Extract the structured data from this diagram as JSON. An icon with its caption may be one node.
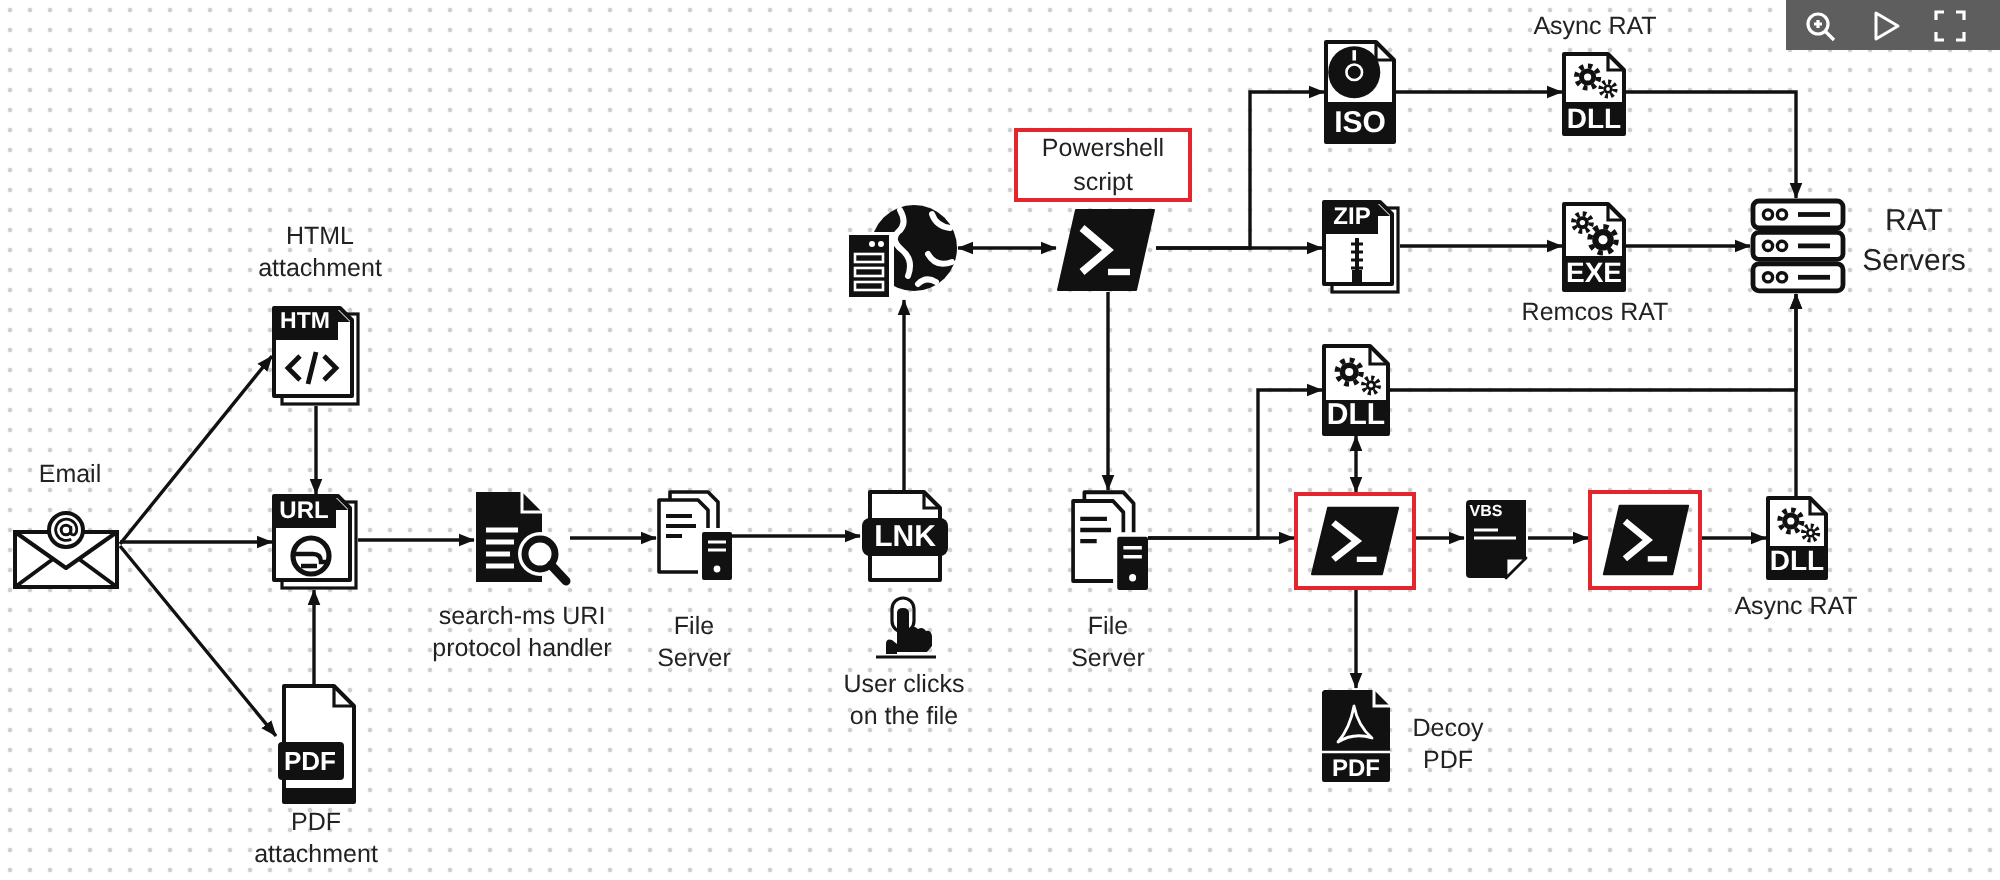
{
  "diagram": {
    "nodes": [
      {
        "text": [
          "Email"
        ]
      },
      {
        "text": [
          "HTML attachment",
          "HTM"
        ]
      },
      {
        "text": [
          "URL"
        ]
      },
      {
        "text": [
          "PDF",
          "PDF attachment"
        ]
      },
      {
        "text": [
          "search-ms URI protocol handler"
        ]
      },
      {
        "text": [
          "File Server"
        ]
      },
      {
        "text": [
          "LNK"
        ],
        "beside": [
          "User clicks on the file"
        ]
      },
      {
        "text": [],
        "shape": "picture"
      },
      {
        "text": [
          "Powershell script"
        ]
      },
      {
        "text": [
          "File Server"
        ]
      },
      {
        "text": [
          "ISO"
        ]
      },
      {
        "text": [
          "ZIP"
        ]
      },
      {
        "text": [
          "Async RAT",
          "DLL"
        ]
      },
      {
        "text": [
          "EXE",
          "Remcos RAT"
        ]
      },
      {
        "text": [
          "RAT Servers"
        ]
      },
      {
        "text": [
          "DLL"
        ]
      },
      {
        "text": [],
        "shape": "picture"
      },
      {
        "text": [
          "VBS"
        ]
      },
      {
        "text": [],
        "shape": "picture"
      },
      {
        "text": [
          "DLL",
          "Async RAT"
        ]
      },
      {
        "text": [
          "PDF"
        ],
        "beside": [
          "Decoy PDF"
        ]
      }
    ],
    "edges": [
      {
        "from": 0,
        "to": 1,
        "arrow": "to"
      },
      {
        "from": 0,
        "to": 2,
        "arrow": "to"
      },
      {
        "from": 0,
        "to": 3,
        "arrow": "to"
      },
      {
        "from": 1,
        "to": 2,
        "arrow": "to"
      },
      {
        "from": 3,
        "to": 2,
        "arrow": "to"
      },
      {
        "from": 2,
        "to": 4,
        "arrow": "to"
      },
      {
        "from": 4,
        "to": 5,
        "arrow": "to"
      },
      {
        "from": 5,
        "to": 6,
        "arrow": "to"
      },
      {
        "from": 6,
        "to": 7,
        "arrow": "to"
      },
      {
        "from": 7,
        "to": 8,
        "arrow": "both"
      },
      {
        "from": 8,
        "to": 9,
        "arrow": "to"
      },
      {
        "from": 8,
        "to": 10,
        "arrow": "to"
      },
      {
        "from": 8,
        "to": 11,
        "arrow": "to"
      },
      {
        "from": 10,
        "to": 12,
        "arrow": "to"
      },
      {
        "from": 11,
        "to": 13,
        "arrow": "to"
      },
      {
        "from": 12,
        "to": 14,
        "arrow": "to"
      },
      {
        "from": 13,
        "to": 14,
        "arrow": "to"
      },
      {
        "from": 9,
        "to": 16,
        "arrow": "to"
      },
      {
        "from": 9,
        "to": 15,
        "arrow": "to"
      },
      {
        "from": 16,
        "to": 15,
        "arrow": "both"
      },
      {
        "from": 15,
        "to": 14,
        "arrow": "to"
      },
      {
        "from": 19,
        "to": 14,
        "arrow": "to"
      },
      {
        "from": 16,
        "to": 17,
        "arrow": "to"
      },
      {
        "from": 17,
        "to": 18,
        "arrow": "to"
      },
      {
        "from": 18,
        "to": 19,
        "arrow": "to"
      },
      {
        "from": 16,
        "to": 20,
        "arrow": "to"
      }
    ]
  }
}
